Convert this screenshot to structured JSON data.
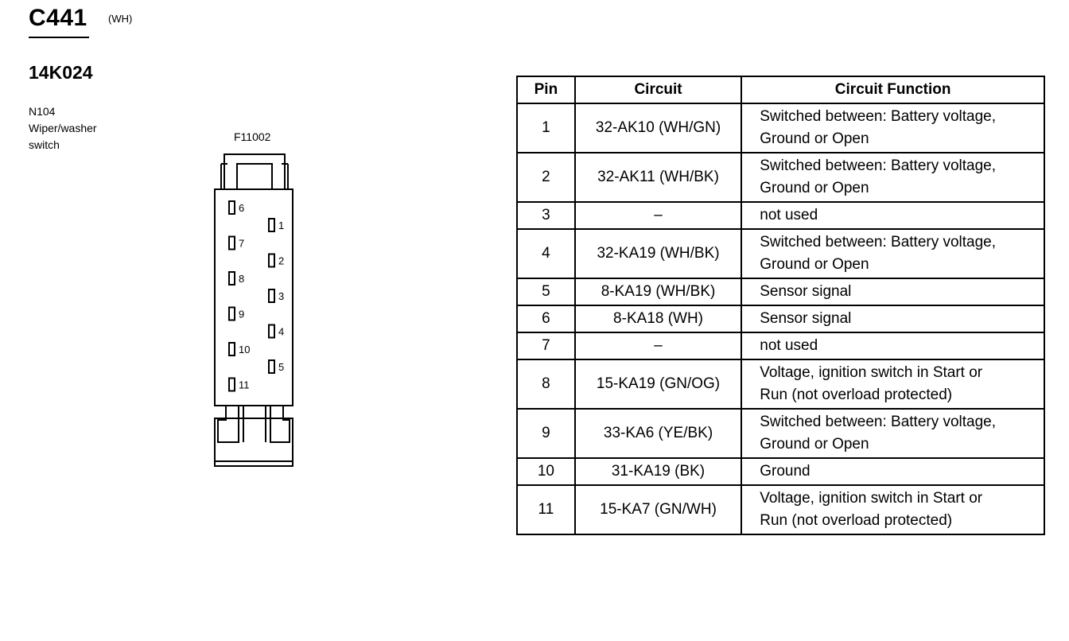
{
  "connector": {
    "id": "C441",
    "color": "(WH)",
    "part_number": "14K024",
    "component_lines": [
      "N104",
      "Wiper/washer",
      "switch"
    ],
    "figure_id": "F11002",
    "pins_left": [
      "6",
      "7",
      "8",
      "9",
      "10",
      "11"
    ],
    "pins_right": [
      "1",
      "2",
      "3",
      "4",
      "5"
    ]
  },
  "table": {
    "headers": {
      "pin": "Pin",
      "circuit": "Circuit",
      "function": "Circuit Function"
    },
    "rows": [
      {
        "pin": "1",
        "circuit": "32-AK10 (WH/GN)",
        "function": [
          "Switched between: Battery voltage,",
          "Ground or Open"
        ]
      },
      {
        "pin": "2",
        "circuit": "32-AK11 (WH/BK)",
        "function": [
          "Switched between: Battery voltage,",
          "Ground or Open"
        ]
      },
      {
        "pin": "3",
        "circuit": "–",
        "function": [
          "not used"
        ]
      },
      {
        "pin": "4",
        "circuit": "32-KA19 (WH/BK)",
        "function": [
          "Switched between: Battery voltage,",
          "Ground or Open"
        ]
      },
      {
        "pin": "5",
        "circuit": "8-KA19 (WH/BK)",
        "function": [
          "Sensor signal"
        ]
      },
      {
        "pin": "6",
        "circuit": "8-KA18 (WH)",
        "function": [
          "Sensor signal"
        ]
      },
      {
        "pin": "7",
        "circuit": "–",
        "function": [
          "not used"
        ]
      },
      {
        "pin": "8",
        "circuit": "15-KA19 (GN/OG)",
        "function": [
          "Voltage, ignition switch in Start or",
          "Run (not overload protected)"
        ]
      },
      {
        "pin": "9",
        "circuit": "33-KA6 (YE/BK)",
        "function": [
          "Switched between: Battery voltage,",
          "Ground or Open"
        ]
      },
      {
        "pin": "10",
        "circuit": "31-KA19 (BK)",
        "function": [
          "Ground"
        ]
      },
      {
        "pin": "11",
        "circuit": "15-KA7 (GN/WH)",
        "function": [
          "Voltage, ignition switch in Start or",
          "Run (not overload protected)"
        ]
      }
    ]
  }
}
